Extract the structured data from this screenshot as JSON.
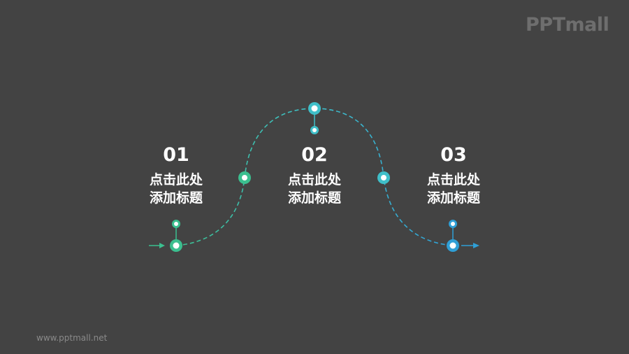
{
  "logo": {
    "text": "PPTmall"
  },
  "footer": {
    "url_text": "www.pptmall.net"
  },
  "colors": {
    "background": "#434343",
    "green": "#3bbf8f",
    "teal": "#3fbfc9",
    "blue": "#2f9fd6",
    "text": "#ffffff",
    "watermark": "#6e6e6e"
  },
  "steps": [
    {
      "number": "01",
      "title_line1": "点击此处",
      "title_line2": "添加标题",
      "color": "#3bbf8f"
    },
    {
      "number": "02",
      "title_line1": "点击此处",
      "title_line2": "添加标题",
      "color": "#3fbfc9"
    },
    {
      "number": "03",
      "title_line1": "点击此处",
      "title_line2": "添加标题",
      "color": "#2f9fd6"
    }
  ],
  "connectors": [
    {
      "name": "start-arrow",
      "direction": "right"
    },
    {
      "name": "end-arrow",
      "direction": "right"
    }
  ]
}
